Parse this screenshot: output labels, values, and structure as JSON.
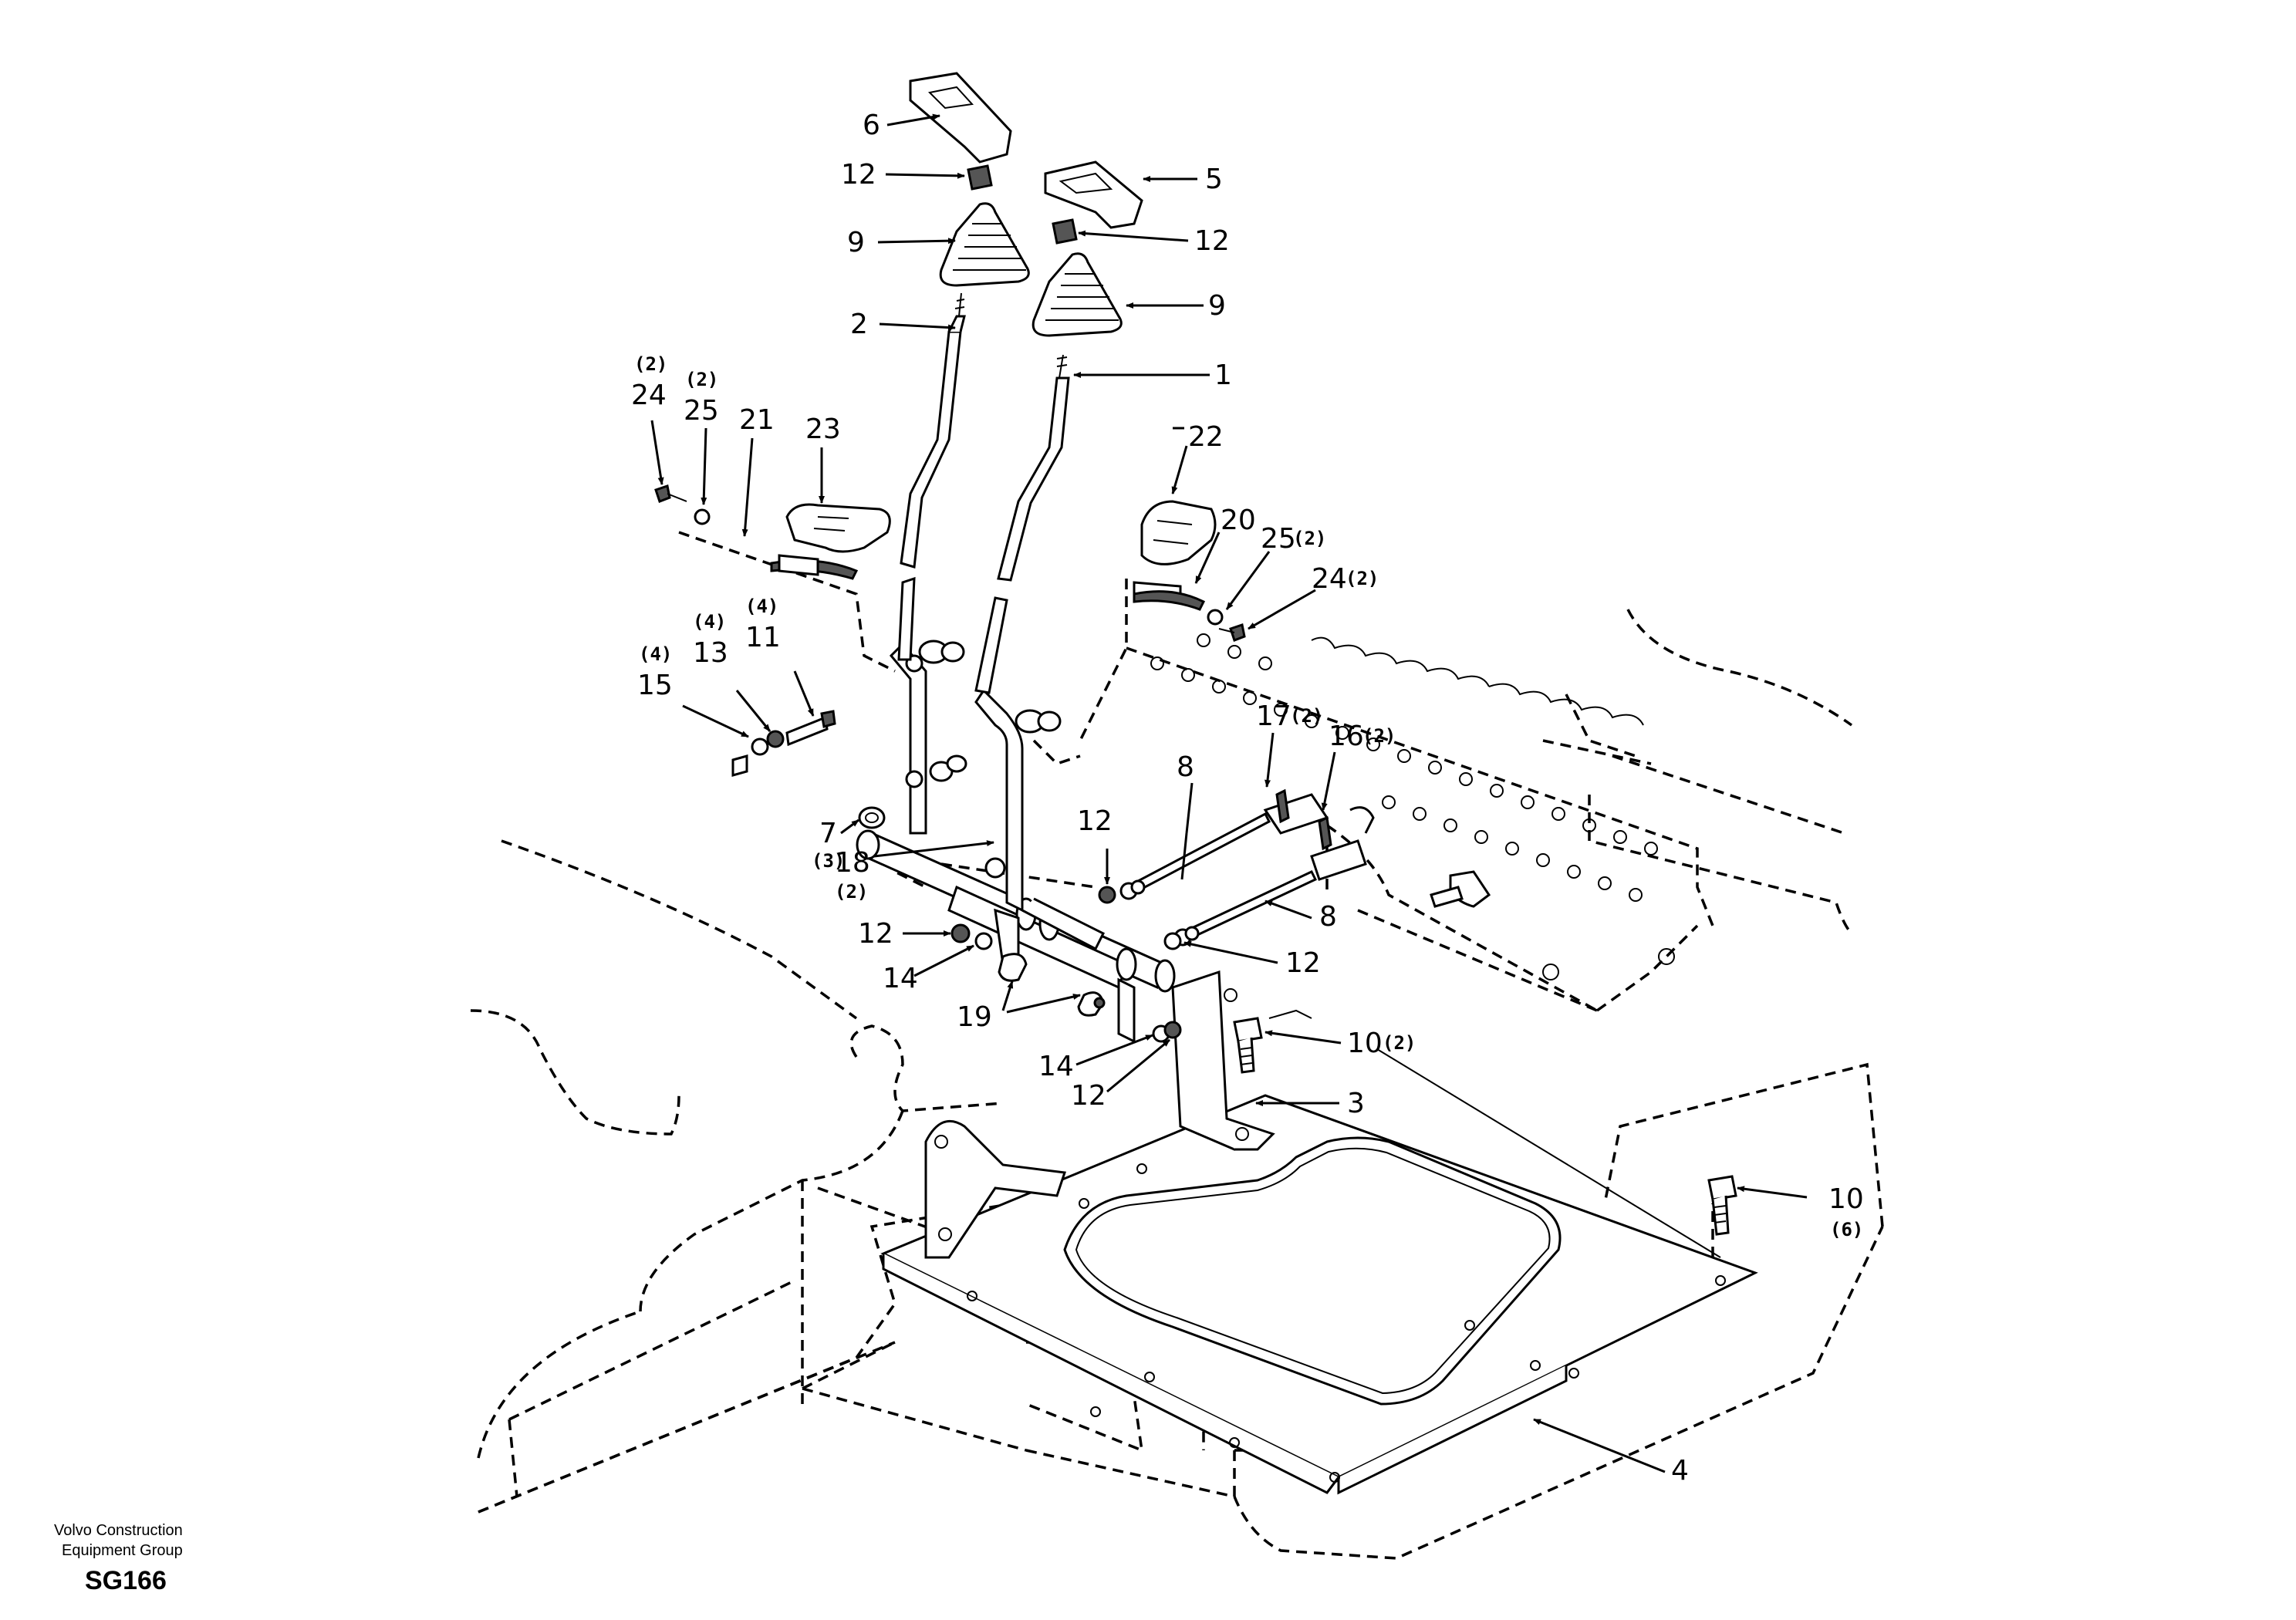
{
  "colors": {
    "ink": "#000000",
    "paper": "#ffffff"
  },
  "footer": {
    "company_line1": "Volvo Construction",
    "company_line2": "Equipment Group",
    "code": "SG166"
  },
  "callouts": {
    "c6": "6",
    "c12a": "12",
    "c5": "5",
    "c12b": "12",
    "c9a": "9",
    "c9b": "9",
    "c2": "2",
    "c1": "1",
    "q24l": "(2)",
    "c24l": "24",
    "q25l": "(2)",
    "c25l": "25",
    "c21": "21",
    "c23": "23",
    "c22": "22",
    "c20": "20",
    "c25r": "25",
    "q25r": "(2)",
    "c24r": "24",
    "q24r": "(2)",
    "q13": "(4)",
    "c13": "13",
    "q11": "(4)",
    "c11": "11",
    "q15": "(4)",
    "c15": "15",
    "c17": "17",
    "q17": "(2)",
    "c16": "16",
    "q16": "(2)",
    "c8a": "8",
    "c8b": "8",
    "c7": "7",
    "q7": "(3)",
    "c18": "18",
    "q18": "(2)",
    "c12c": "12",
    "c12d": "12",
    "c12e": "12",
    "c12f": "12",
    "c14a": "14",
    "c14b": "14",
    "c19": "19",
    "c10a": "10",
    "q10a": "(2)",
    "c3": "3",
    "c10b": "10",
    "q10b": "(6)",
    "c4": "4"
  }
}
